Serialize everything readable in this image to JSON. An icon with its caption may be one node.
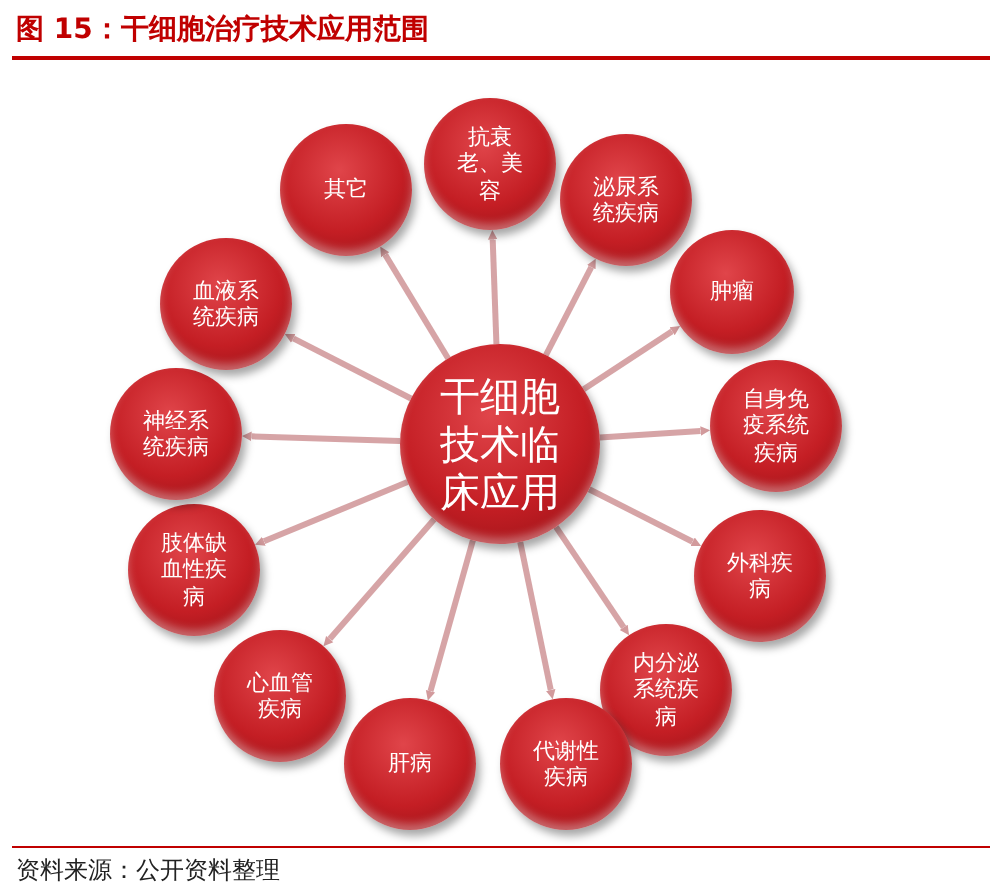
{
  "diagram": {
    "title": "图 15：干细胞治疗技术应用范围",
    "caption": "资料来源：公开资料整理",
    "nodes": [
      {
        "text": [
          "干细胞技术临床应用"
        ]
      },
      {
        "text": [
          "抗衰老、美容"
        ]
      },
      {
        "text": [
          "泌尿系统疾病"
        ]
      },
      {
        "text": [
          "肿瘤"
        ]
      },
      {
        "text": [
          "自身免疫系统疾病"
        ]
      },
      {
        "text": [
          "外科疾病"
        ]
      },
      {
        "text": [
          "内分泌系统疾病"
        ]
      },
      {
        "text": [
          "代谢性疾病"
        ]
      },
      {
        "text": [
          "肝病"
        ]
      },
      {
        "text": [
          "心血管疾病"
        ]
      },
      {
        "text": [
          "肢体缺血性疾病"
        ]
      },
      {
        "text": [
          "神经系统疾病"
        ]
      },
      {
        "text": [
          "血液系统疾病"
        ]
      },
      {
        "text": [
          "其它"
        ]
      }
    ],
    "edges": [
      {
        "from": 0,
        "to": 1,
        "arrow": "to"
      },
      {
        "from": 0,
        "to": 2,
        "arrow": "to"
      },
      {
        "from": 0,
        "to": 3,
        "arrow": "to"
      },
      {
        "from": 0,
        "to": 4,
        "arrow": "to"
      },
      {
        "from": 0,
        "to": 5,
        "arrow": "to"
      },
      {
        "from": 0,
        "to": 6,
        "arrow": "to"
      },
      {
        "from": 0,
        "to": 7,
        "arrow": "to"
      },
      {
        "from": 0,
        "to": 8,
        "arrow": "to"
      },
      {
        "from": 0,
        "to": 9,
        "arrow": "to"
      },
      {
        "from": 0,
        "to": 10,
        "arrow": "to"
      },
      {
        "from": 0,
        "to": 11,
        "arrow": "to"
      },
      {
        "from": 0,
        "to": 12,
        "arrow": "to"
      },
      {
        "from": 0,
        "to": 13,
        "arrow": "to"
      }
    ]
  }
}
